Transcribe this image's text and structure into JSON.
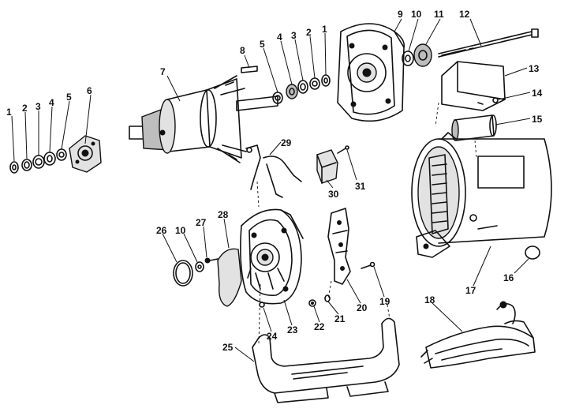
{
  "callouts": {
    "c1a": "1",
    "c2a": "2",
    "c3a": "3",
    "c4a": "4",
    "c5a": "5",
    "c6": "6",
    "c7": "7",
    "c8": "8",
    "c5b": "5",
    "c4b": "4",
    "c3b": "3",
    "c2b": "2",
    "c1b": "1",
    "c9": "9",
    "c10a": "10",
    "c11": "11",
    "c12": "12",
    "c13": "13",
    "c14": "14",
    "c15": "15",
    "c16": "16",
    "c17": "17",
    "c18": "18",
    "c19": "19",
    "c20": "20",
    "c21": "21",
    "c22": "22",
    "c23": "23",
    "c24": "24",
    "c25": "25",
    "c26": "26",
    "c10b": "10",
    "c27": "27",
    "c28": "28",
    "c29": "29",
    "c30": "30",
    "c31": "31"
  }
}
